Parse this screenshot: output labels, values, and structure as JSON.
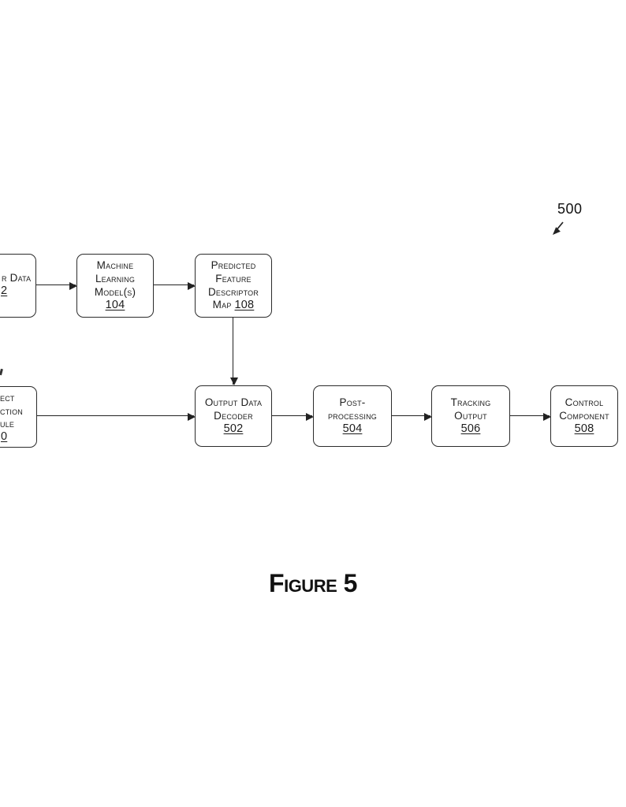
{
  "figure": {
    "ref_label": "500",
    "caption": "Figure 5"
  },
  "colors": {
    "ink": "#1c1c1c",
    "border": "#2b2b2b",
    "background": "#ffffff"
  },
  "boxes": {
    "sensor_data": {
      "line1": "r Data",
      "num": "2"
    },
    "machine_learning": {
      "line1": "Machine",
      "line2": "Learning",
      "line3": "Model(s)",
      "num": "104"
    },
    "predicted_map": {
      "line1": "Predicted",
      "line2": "Feature",
      "line3": "Descriptor",
      "line4": "Map",
      "num": "108"
    },
    "object_module": {
      "line1": "ect",
      "line2": "ction",
      "line3": "ule",
      "num": "0"
    },
    "output_decoder": {
      "line1": "Output Data",
      "line2": "Decoder",
      "num": "502"
    },
    "post_processing": {
      "line1": "Post-",
      "line2": "processing",
      "num": "504"
    },
    "tracking_output": {
      "line1": "Tracking",
      "line2": "Output",
      "num": "506"
    },
    "control_component": {
      "line1": "Control",
      "line2": "Component",
      "num": "508"
    }
  }
}
